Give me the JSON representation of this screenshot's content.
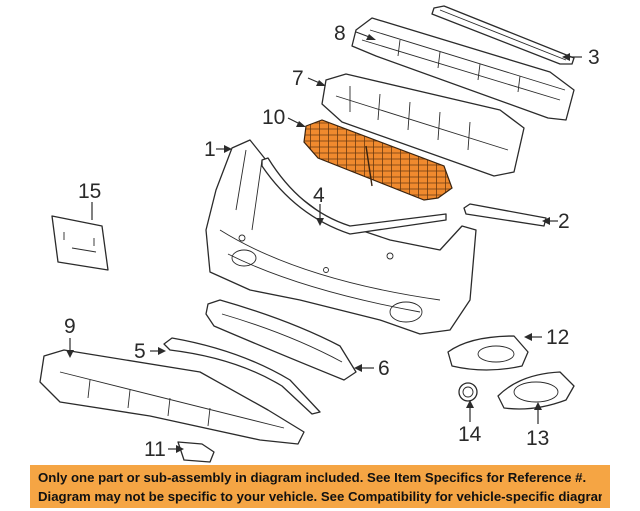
{
  "diagram": {
    "callouts": [
      "1",
      "2",
      "3",
      "4",
      "5",
      "6",
      "7",
      "8",
      "9",
      "10",
      "11",
      "12",
      "13",
      "14",
      "15"
    ],
    "highlight_color": "#f08a2e",
    "line_color": "#2b2b2b"
  },
  "banner": {
    "line1": "Only one part or sub-assembly in diagram included. See Item Specifics for Reference #.",
    "line2": "Diagram may not be specific to your vehicle. See Compatibility for vehicle-specific diagrams.",
    "color": "#f5a544"
  }
}
